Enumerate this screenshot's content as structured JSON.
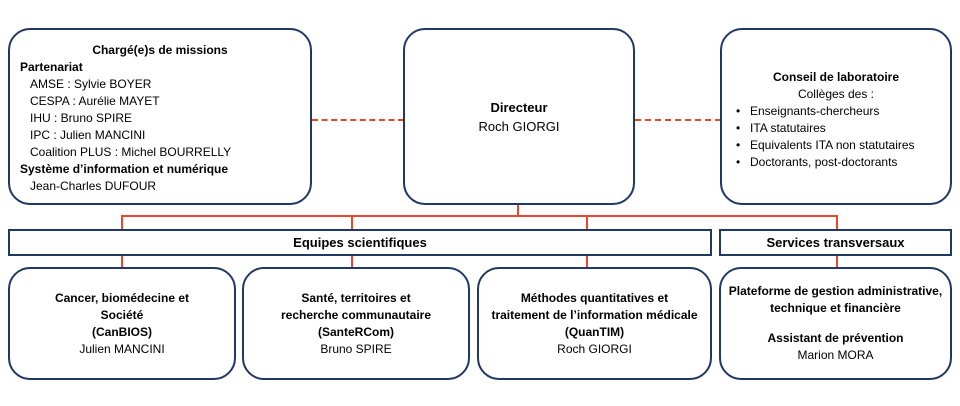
{
  "missions": {
    "title": "Chargé(e)s de missions",
    "partnership_heading": "Partenariat",
    "partners": [
      "AMSE : Sylvie BOYER",
      "CESPA : Aurélie MAYET",
      "IHU : Bruno SPIRE",
      "IPC : Julien MANCINI",
      "Coalition PLUS : Michel BOURRELLY"
    ],
    "info_heading": "Système d’information et numérique",
    "info_person": "Jean-Charles DUFOUR"
  },
  "director": {
    "title": "Directeur",
    "name": "Roch GIORGI"
  },
  "council": {
    "title": "Conseil de laboratoire",
    "subtitle": "Collèges des :",
    "items": [
      "Enseignants-chercheurs",
      "ITA statutaires",
      "Equivalents ITA non statutaires",
      "Doctorants, post-doctorants"
    ]
  },
  "sections": {
    "teams_label": "Equipes scientifiques",
    "services_label": "Services transversaux"
  },
  "teams": [
    {
      "line1": "Cancer, biomédecine et",
      "line2": "Société",
      "acronym": "(CanBIOS)",
      "lead": "Julien MANCINI"
    },
    {
      "line1": "Santé, territoires et",
      "line2": "recherche communautaire",
      "acronym": "(SanteRCom)",
      "lead": "Bruno SPIRE"
    },
    {
      "line1": "Méthodes quantitatives et",
      "line2": "traitement de l’information médicale",
      "acronym": "(QuanTIM)",
      "lead": "Roch GIORGI"
    }
  ],
  "services": {
    "platform_line1": "Plateforme de gestion administrative,",
    "platform_line2": "technique et financière",
    "assistant_title": "Assistant de prévention",
    "assistant_name": "Marion MORA"
  },
  "colors": {
    "border": "#1f3864",
    "connector": "#e8472b"
  }
}
